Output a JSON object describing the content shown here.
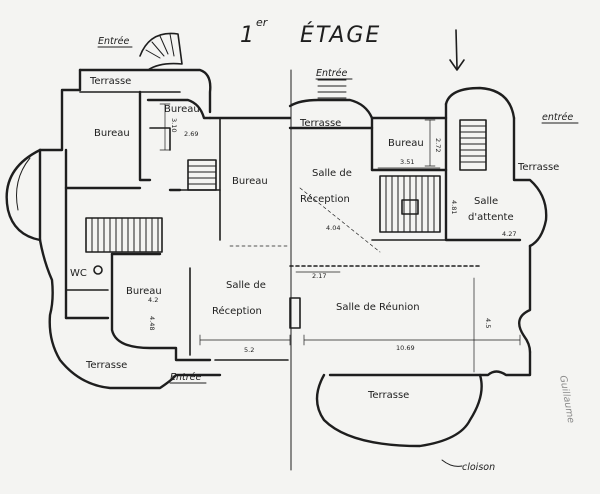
{
  "title": {
    "number": "1",
    "sup": "er",
    "word": "ÉTAGE"
  },
  "entries": {
    "top_left": "Entrée",
    "top_center": "Entrée",
    "right": "entrée",
    "bottom": "Entrée"
  },
  "rooms": {
    "terrasse_top_left": "Terrasse",
    "bureau_small": "Bureau",
    "bureau_left": "Bureau",
    "bureau_center": "Bureau",
    "terrasse_center": "Terrasse",
    "bureau_right": "Bureau",
    "terrasse_right": "Terrasse",
    "salle_reception_right_line1": "Salle de",
    "salle_reception_right_line2": "Réception",
    "salle_attente_line1": "Salle",
    "salle_attente_line2": "d'attente",
    "wc": "WC",
    "bureau_lower_left": "Bureau",
    "salle_reception_left_line1": "Salle de",
    "salle_reception_left_line2": "Réception",
    "salle_reunion": "Salle de Réunion",
    "terrasse_bottom_left": "Terrasse",
    "terrasse_bottom_right": "Terrasse"
  },
  "dimensions": {
    "d1": "3.10",
    "d2": "2.69",
    "d3": "2.72",
    "d4": "3.51",
    "d5": "4.81",
    "d6": "4.27",
    "d7": "4.04",
    "d8": "2.17",
    "d9": "4.2",
    "d10": "4.48",
    "d11": "5.2",
    "d12": "10.69",
    "d13": "4.5"
  },
  "annotations": {
    "cloison": "cloison",
    "side_note": "Guillaume"
  }
}
